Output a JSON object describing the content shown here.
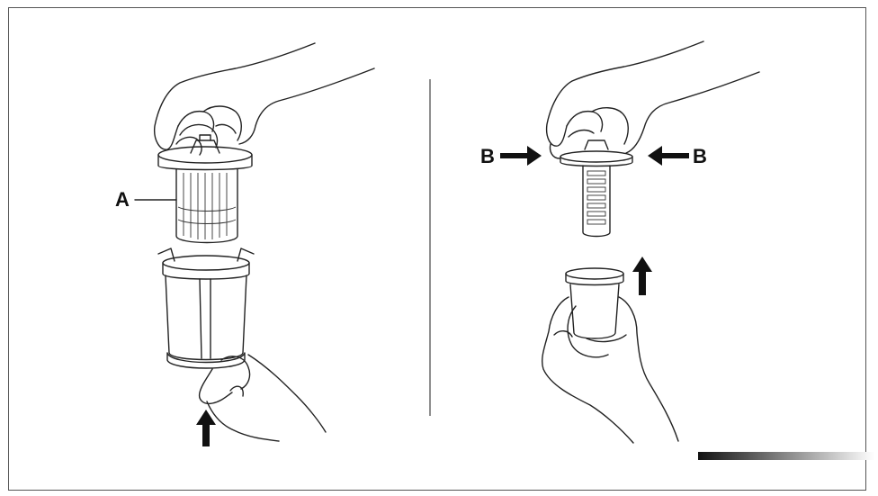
{
  "labels": {
    "a": "A",
    "b_left": "B",
    "b_right": "B"
  },
  "colors": {
    "line": "#222222",
    "arrow": "#111111",
    "mesh": "#777777",
    "frame": "#555555"
  },
  "icons": [
    "hand-icon",
    "arrow-up-icon",
    "arrow-right-icon",
    "arrow-left-icon"
  ]
}
